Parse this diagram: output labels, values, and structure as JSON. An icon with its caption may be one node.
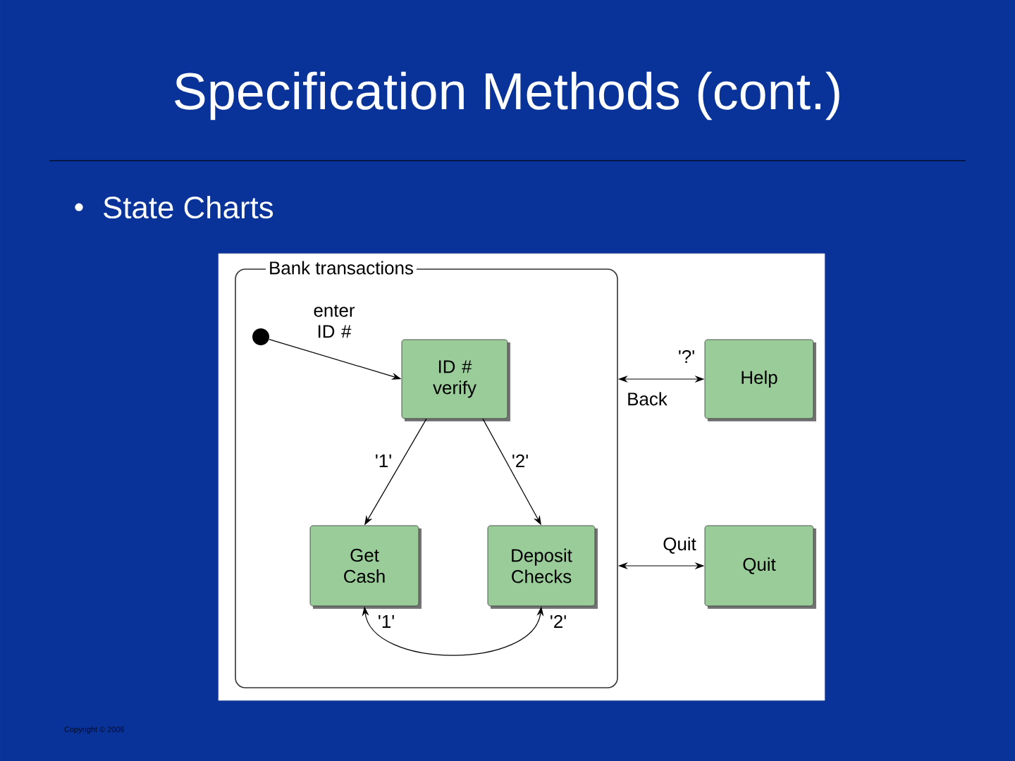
{
  "diagram": {
    "title": "Specification Methods (cont.)",
    "nodes": [
      {
        "text": [
          "Bank transactions"
        ]
      },
      {
        "text": [],
        "shape": "circle",
        "in": 0
      },
      {
        "text": [
          "ID # verify"
        ],
        "in": 0
      },
      {
        "text": [
          "Get Cash"
        ],
        "in": 0
      },
      {
        "text": [
          "Deposit Checks"
        ],
        "in": 0
      },
      {
        "text": [
          "Help"
        ]
      },
      {
        "text": [
          "Quit"
        ]
      }
    ],
    "edges": [
      {
        "from": 1,
        "to": 2,
        "arrow": "to",
        "label": "enter ID #"
      },
      {
        "from": 2,
        "to": 3,
        "arrow": "to",
        "label": "'1'"
      },
      {
        "from": 2,
        "to": 4,
        "arrow": "to",
        "label": "'2'"
      },
      {
        "from": 0,
        "to": 5,
        "arrow": "both",
        "label": "'?'"
      },
      {
        "from": 0,
        "to": 6,
        "arrow": "both",
        "label": "Quit"
      },
      {
        "from": 3,
        "to": 4,
        "arrow": "both",
        "label": "'1'"
      }
    ],
    "labels": [
      "State Charts",
      "Back",
      "'2'",
      "Copyright © 2006"
    ]
  }
}
